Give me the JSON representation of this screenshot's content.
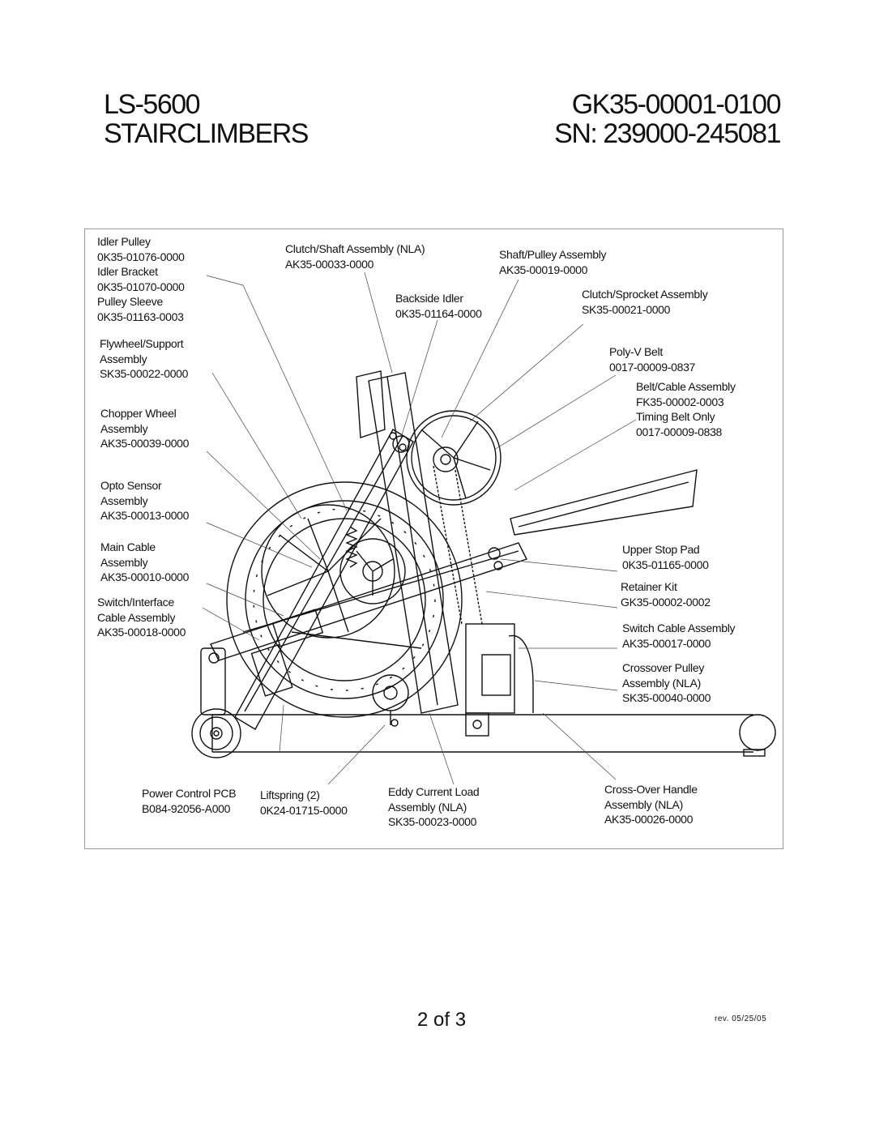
{
  "header": {
    "model": "LS-5600",
    "category": "STAIRCLIMBERS",
    "part_number": "GK35-00001-0100",
    "serial_range": "SN: 239000-245081"
  },
  "labels": {
    "idler": [
      "Idler Pulley",
      "0K35-01076-0000",
      "Idler Bracket",
      "0K35-01070-0000",
      "Pulley Sleeve",
      "0K35-01163-0003"
    ],
    "flywheel": [
      "Flywheel/Support",
      "Assembly",
      "SK35-00022-0000"
    ],
    "chopper": [
      "Chopper Wheel",
      "Assembly",
      "AK35-00039-0000"
    ],
    "opto": [
      "Opto Sensor",
      "Assembly",
      "AK35-00013-0000"
    ],
    "main_cable": [
      "Main Cable",
      "Assembly",
      "AK35-00010-0000"
    ],
    "switch_iface": [
      "Switch/Interface",
      "Cable Assembly",
      "AK35-00018-0000"
    ],
    "clutch_shaft": [
      "Clutch/Shaft Assembly (NLA)",
      "AK35-00033-0000"
    ],
    "backside": [
      "Backside Idler",
      "0K35-01164-0000"
    ],
    "shaft_pulley": [
      "Shaft/Pulley Assembly",
      "AK35-00019-0000"
    ],
    "clutch_sprocket": [
      "Clutch/Sprocket Assembly",
      "SK35-00021-0000"
    ],
    "poly_v": [
      "Poly-V Belt",
      "0017-00009-0837"
    ],
    "belt_cable": [
      "Belt/Cable Assembly",
      "FK35-00002-0003",
      "Timing Belt Only",
      "0017-00009-0838"
    ],
    "stop_pad": [
      "Upper Stop Pad",
      "0K35-01165-0000"
    ],
    "retainer": [
      "Retainer Kit",
      "GK35-00002-0002"
    ],
    "switch_cable": [
      "Switch Cable Assembly",
      "AK35-00017-0000"
    ],
    "crossover_pulley": [
      "Crossover Pulley",
      "Assembly (NLA)",
      "SK35-00040-0000"
    ],
    "power_pcb": [
      "Power Control PCB",
      "B084-92056-A000"
    ],
    "liftspring": [
      "Liftspring (2)",
      "0K24-01715-0000"
    ],
    "eddy": [
      "Eddy Current Load",
      "Assembly (NLA)",
      "SK35-00023-0000"
    ],
    "crossover_handle": [
      "Cross-Over Handle",
      "Assembly (NLA)",
      "AK35-00026-0000"
    ]
  },
  "footer": {
    "page": "2 of 3",
    "revision": "rev. 05/25/05"
  }
}
